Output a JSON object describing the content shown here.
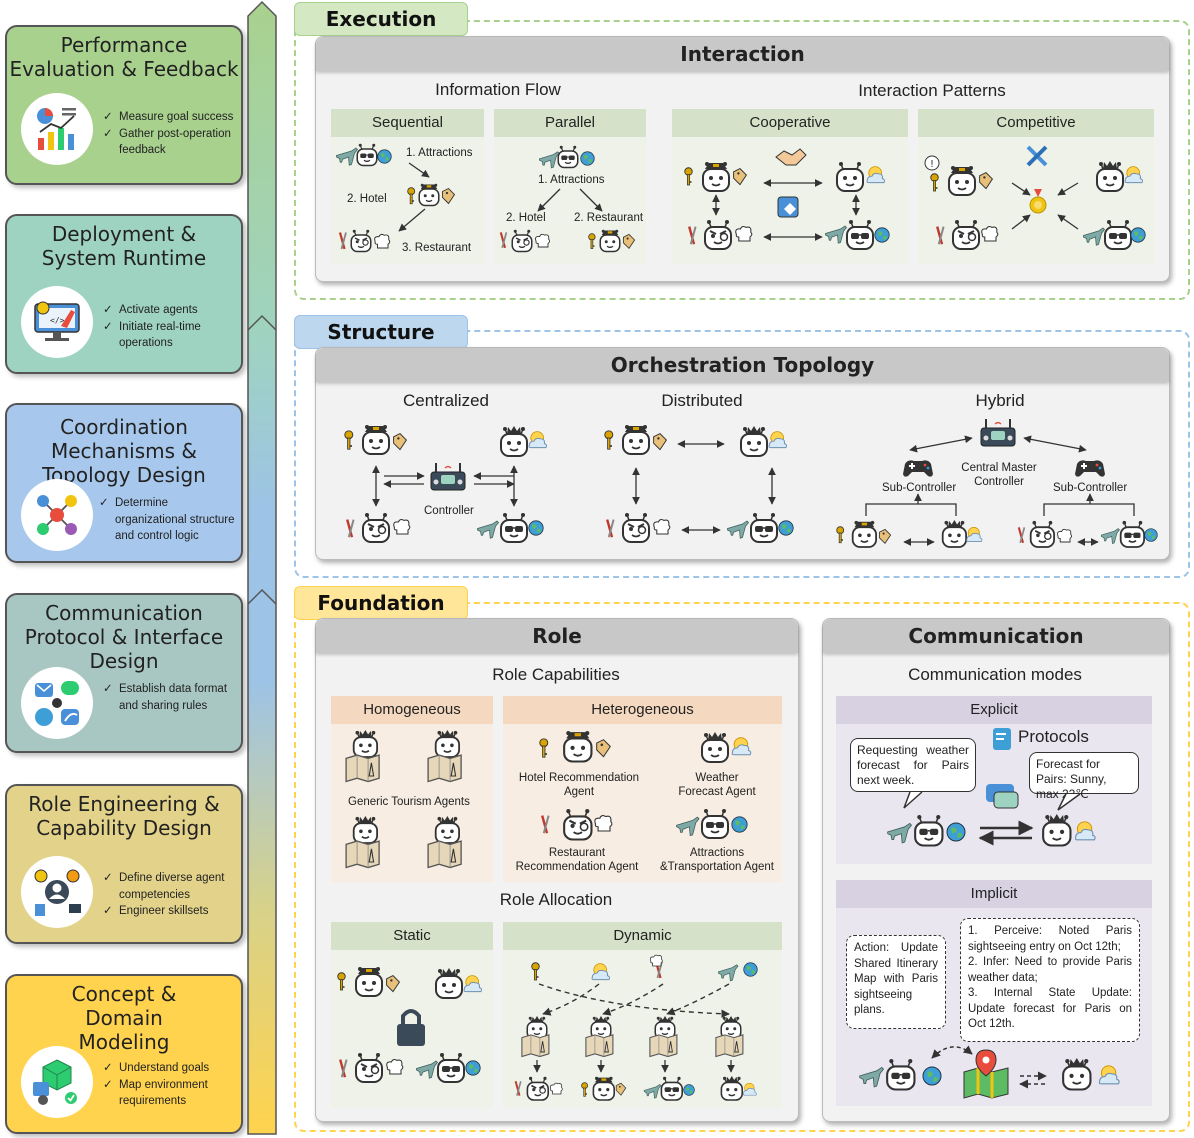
{
  "stages": [
    {
      "title": "Performance Evaluation & Feedback",
      "items": [
        "Measure goal success",
        "Gather post-operation feedback"
      ],
      "icon": "chart-icon",
      "color": "#a9d18e"
    },
    {
      "title": "Deployment & System Runtime",
      "items": [
        "Activate agents",
        "Initiate real-time operations"
      ],
      "icon": "monitor-rocket-icon",
      "color": "#9fd3c1"
    },
    {
      "title": "Coordination Mechanisms & Topology Design",
      "items": [
        "Determine organizational structure and control logic"
      ],
      "icon": "network-icon",
      "color": "#a7c8ec"
    },
    {
      "title": "Communication Protocol & Interface Design",
      "items": [
        "Establish data format and sharing rules"
      ],
      "icon": "message-icon",
      "color": "#a9c7c2"
    },
    {
      "title": "Role Engineering & Capability Design",
      "items": [
        "Define diverse agent competencies",
        "Engineer skillsets"
      ],
      "icon": "user-gear-icon",
      "color": "#e3d38a"
    },
    {
      "title": "Concept & Domain Modeling",
      "items": [
        "Understand goals",
        "Map environment requirements"
      ],
      "icon": "cube-icon",
      "color": "#ffd34d"
    }
  ],
  "execution": {
    "label": "Execution",
    "panel_title": "Interaction",
    "info_flow": "Information Flow",
    "interaction_patterns": "Interaction Patterns",
    "sequential": {
      "title": "Sequential",
      "step1": "1. Attractions",
      "step2": "2. Hotel",
      "step3": "3. Restaurant"
    },
    "parallel": {
      "title": "Parallel",
      "step1": "1. Attractions",
      "step2a": "2. Hotel",
      "step2b": "2. Restaurant"
    },
    "cooperative": "Cooperative",
    "competitive": "Competitive"
  },
  "structure": {
    "label": "Structure",
    "panel_title": "Orchestration Topology",
    "centralized": "Centralized",
    "distributed": "Distributed",
    "hybrid": "Hybrid",
    "controller": "Controller",
    "central_master": "Central Master Controller",
    "sub_controller": "Sub-Controller"
  },
  "foundation": {
    "label": "Foundation",
    "role": {
      "title": "Role",
      "capabilities": "Role Capabilities",
      "homogeneous": "Homogeneous",
      "heterogeneous": "Heterogeneous",
      "generic": "Generic Tourism Agents",
      "hotel_agent": "Hotel Recommendation Agent",
      "weather_agent": "Weather Forecast Agent",
      "restaurant_agent": "Restaurant Recommendation Agent",
      "attractions_agent": "Attractions &Transportation Agent",
      "allocation": "Role Allocation",
      "static": "Static",
      "dynamic": "Dynamic"
    },
    "communication": {
      "title": "Communication",
      "modes": "Communication modes",
      "explicit": "Explicit",
      "protocols": "Protocols",
      "request": "Requesting weather forecast for Pairs next week.",
      "reply": "Forecast for Pairs: Sunny, max 22℃",
      "implicit": "Implicit",
      "action": "Action: Update Shared Itinerary Map with Paris sightseeing plans.",
      "perceive": "1. Perceive: Noted Paris sightseeing entry on Oct 12th;",
      "infer": "2. Infer: Need to provide Paris weather data;",
      "update": "3. Internal State Update: Update forecast for Paris on Oct 12th."
    }
  },
  "colors": {
    "execution": "#a9d18e",
    "structure": "#9dc3e6",
    "foundation": "#ffd34d"
  }
}
